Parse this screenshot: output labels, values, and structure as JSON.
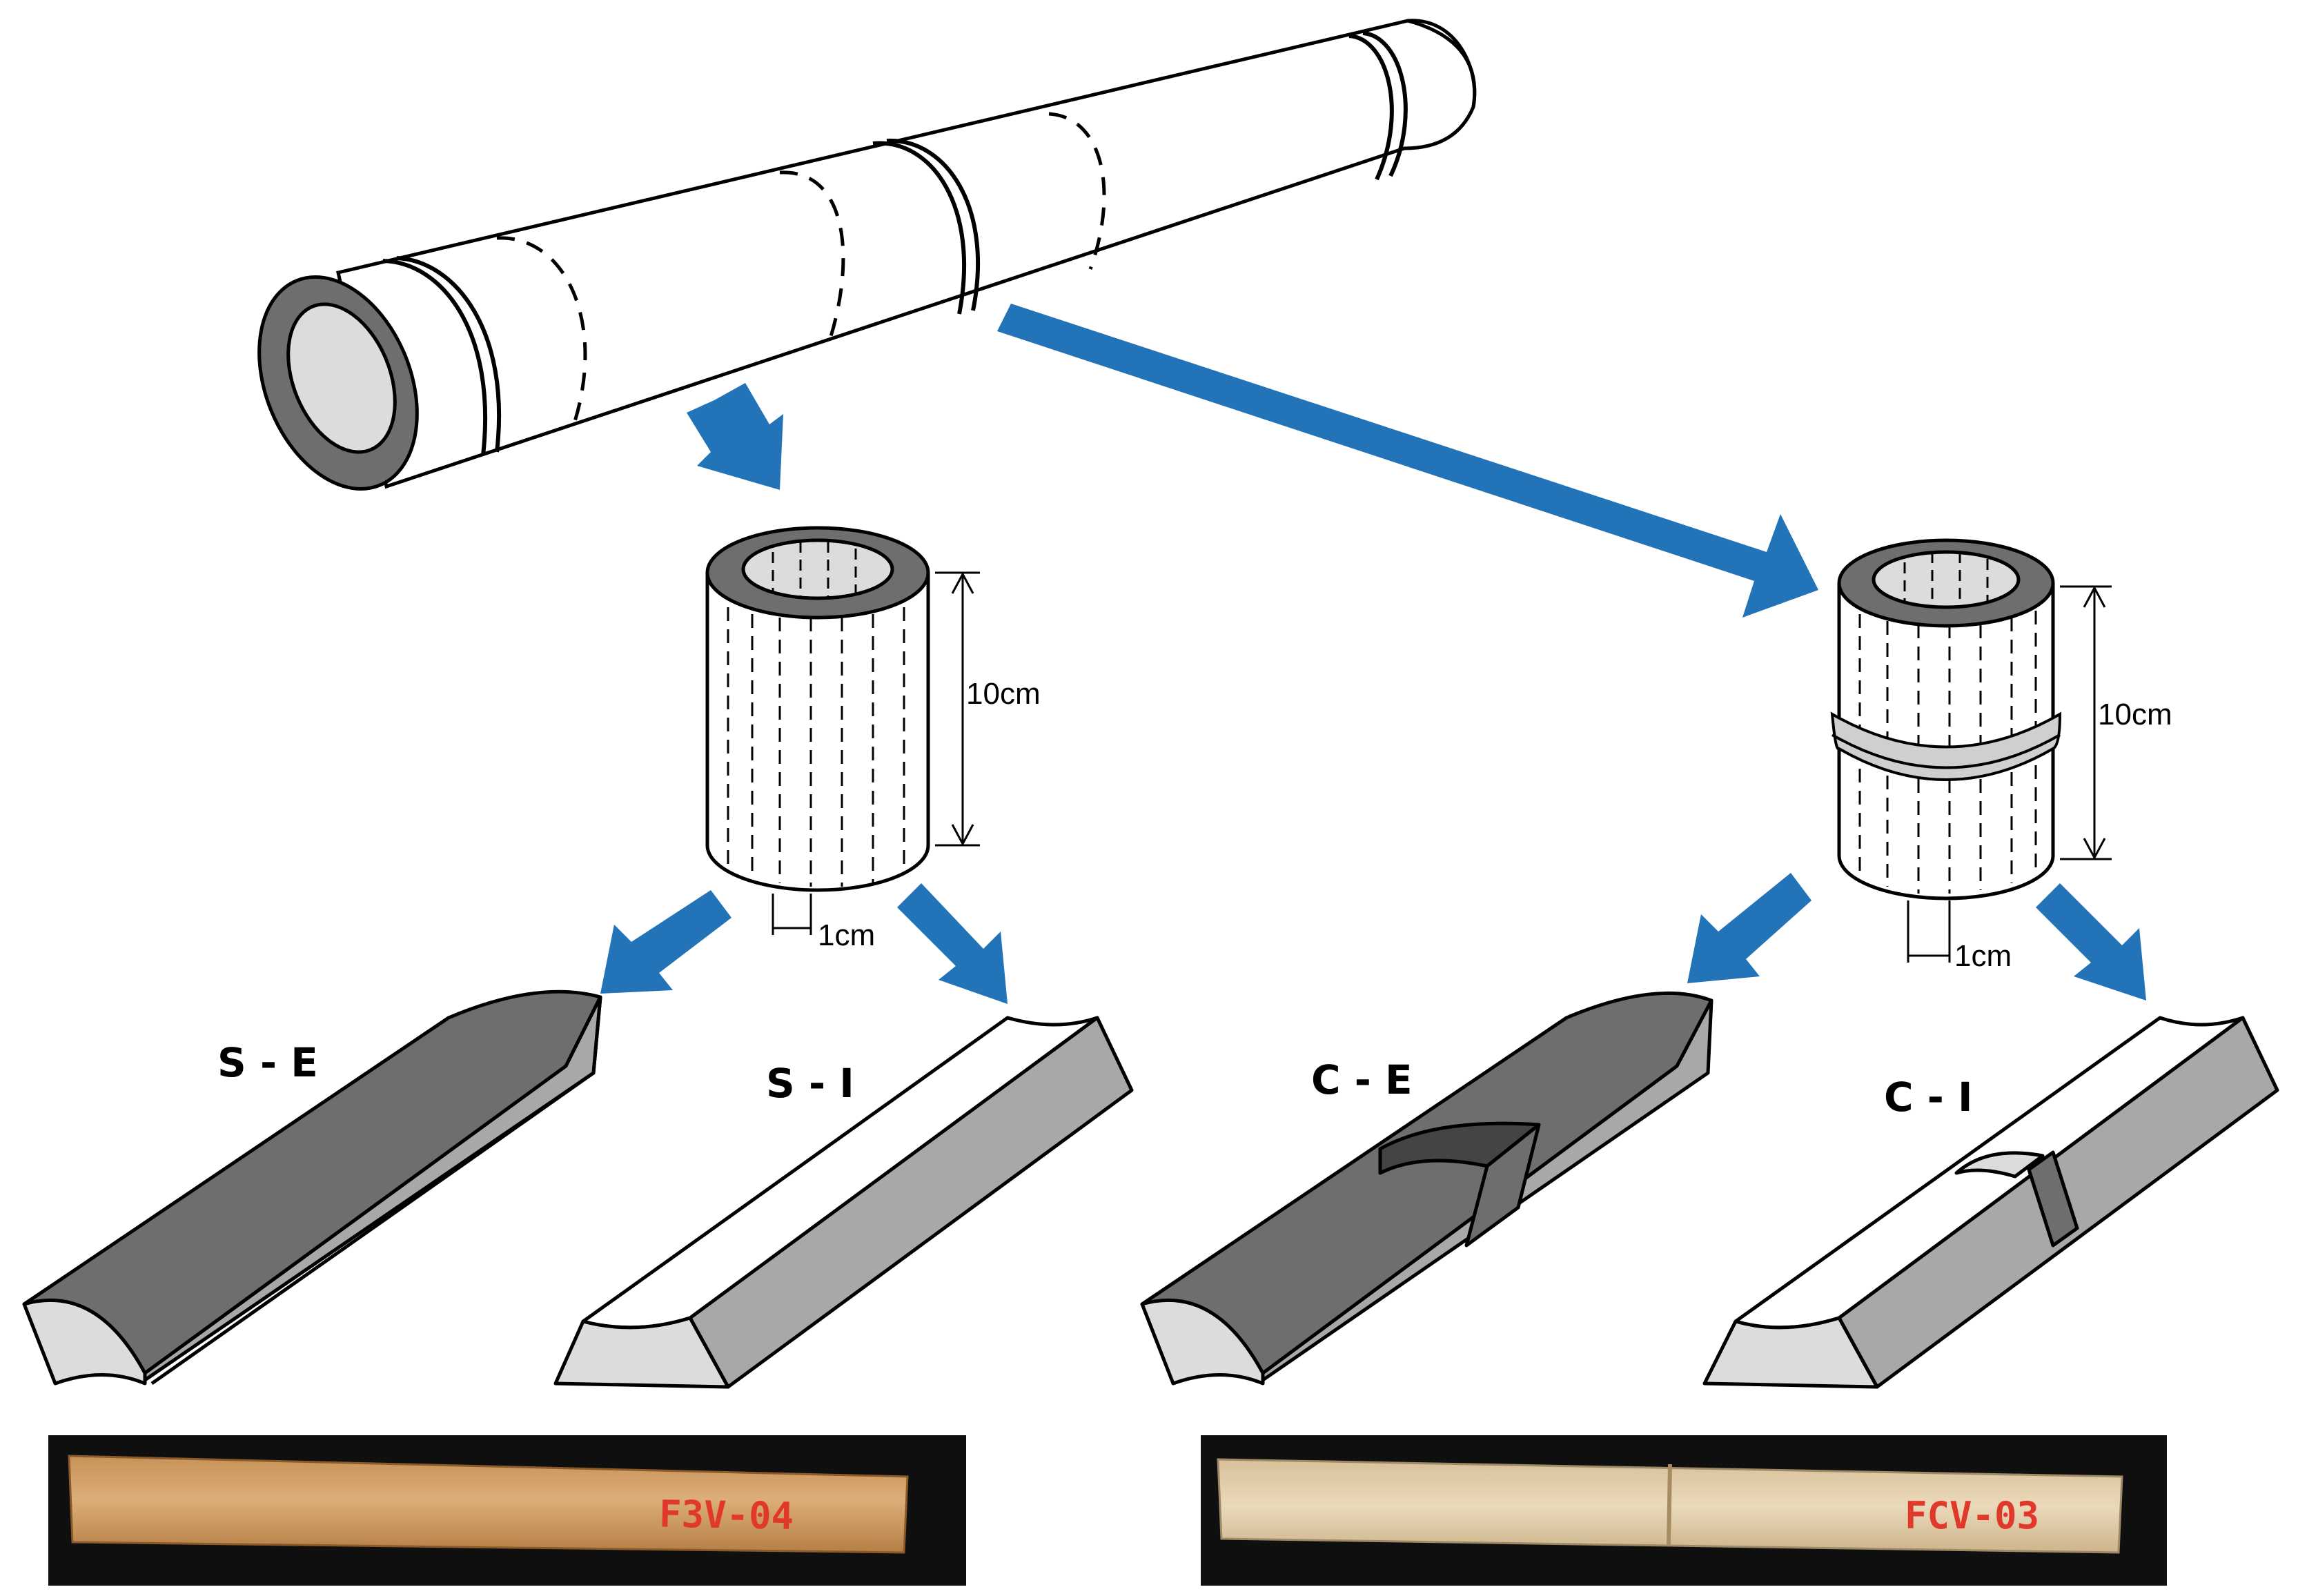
{
  "labels": {
    "straight_external": "S - E",
    "straight_internal": "S - I",
    "culm_external": "C - E",
    "culm_internal": "C - I"
  },
  "dimensions": {
    "height_left": "10cm",
    "height_right": "10cm",
    "width_left": "1cm",
    "width_right": "1cm"
  },
  "photos": {
    "left_tag": "F3V-04",
    "right_tag": "FCV-03"
  },
  "colors": {
    "arrow": "#2273b7",
    "dark_gray": "#6e6e6e",
    "mid_gray": "#a8a8a8",
    "light_gray": "#dcdcdc",
    "outline": "#000000",
    "bamboo_light": "#d9ad7a",
    "bamboo_pale": "#e3cfaa",
    "photo_bg": "#0f0f0f",
    "tag_red": "#e0392b"
  }
}
